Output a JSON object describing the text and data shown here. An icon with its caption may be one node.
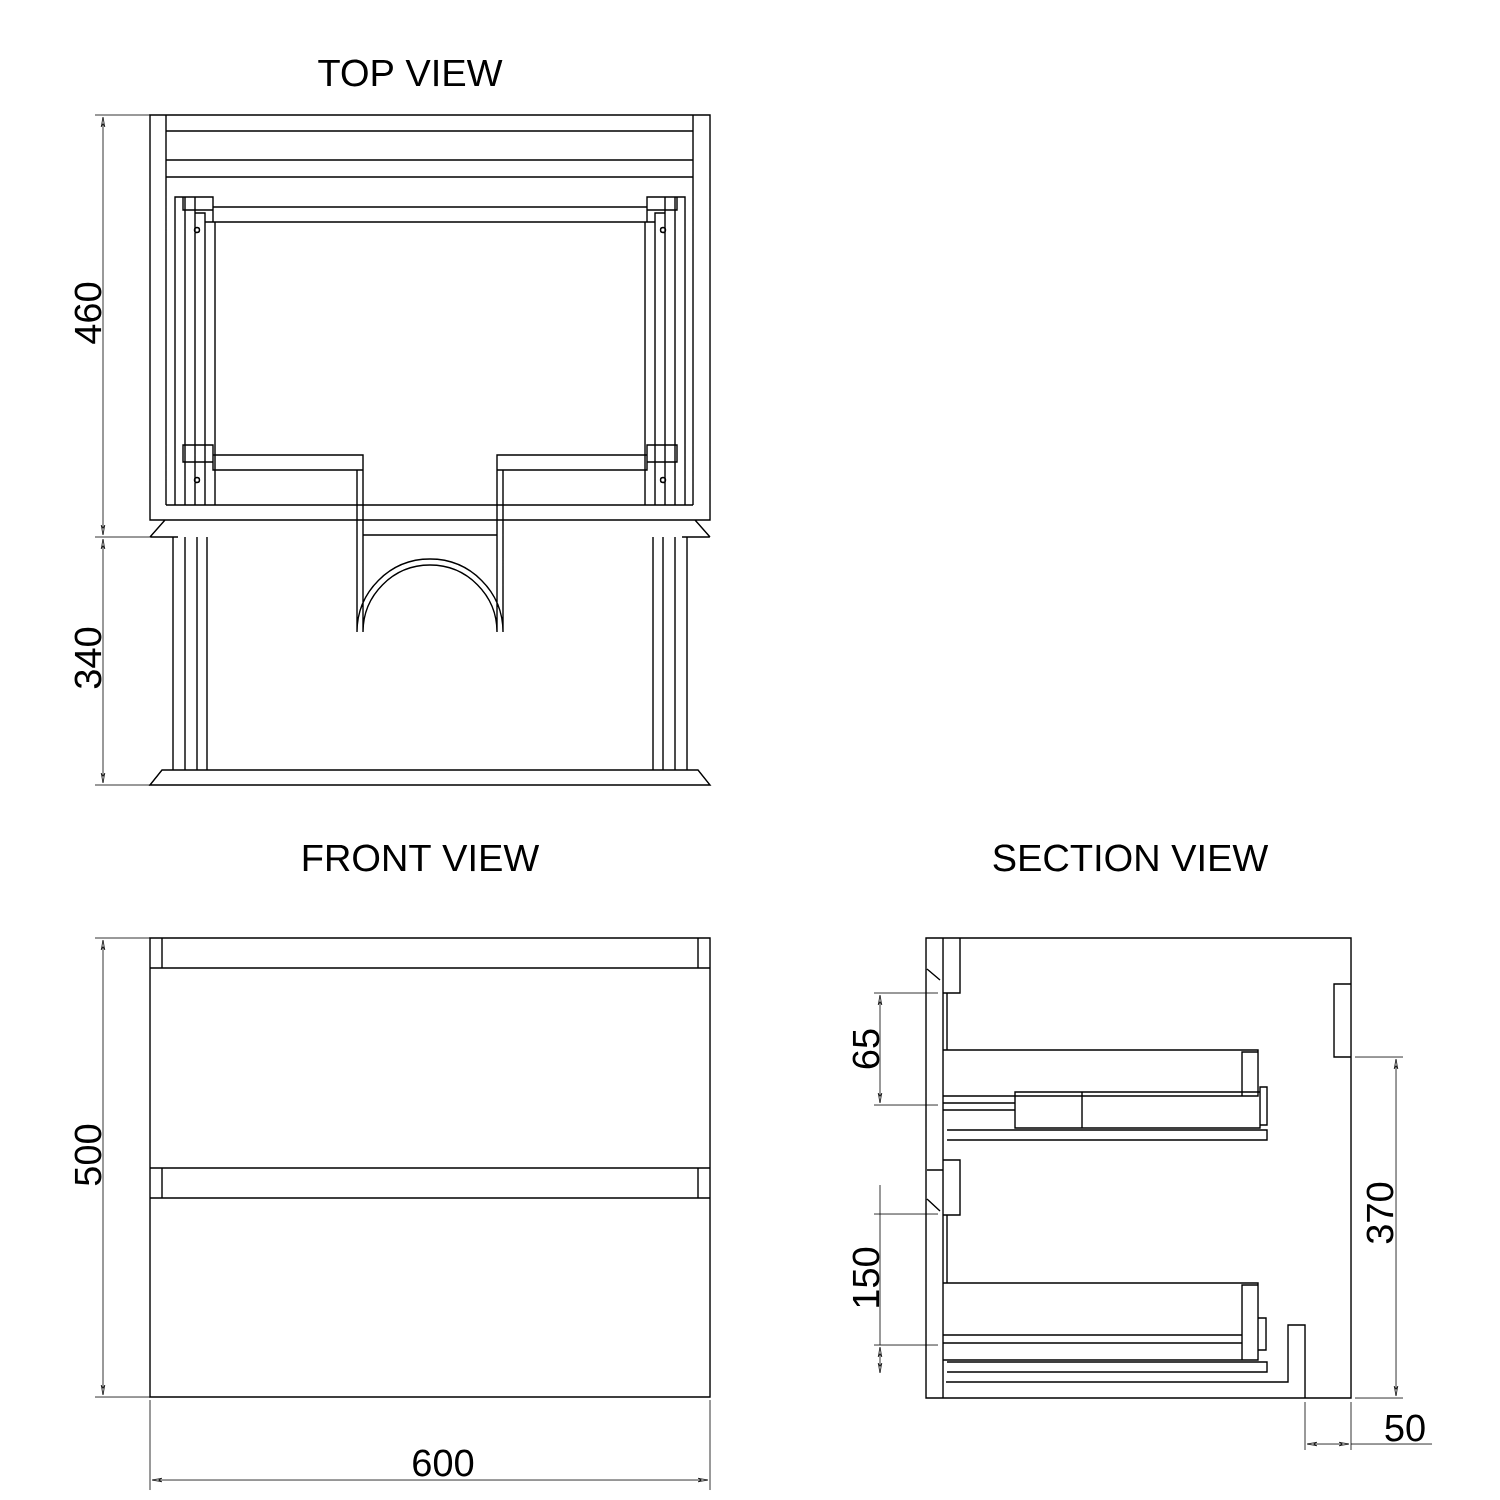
{
  "diagram": {
    "labels": [
      "TOP VIEW",
      "460",
      "340",
      "FRONT VIEW",
      "SECTION VIEW",
      "65",
      "500",
      "370",
      "150",
      "600",
      "50"
    ]
  }
}
